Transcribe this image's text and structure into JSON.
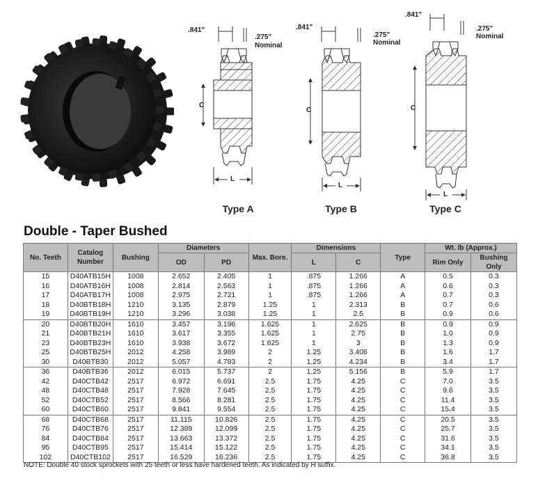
{
  "diagrams": {
    "dim_top_left": ".841\"",
    "dim_top_right": ".275\"",
    "dim_nominal": "Nominal",
    "dim_c": "C",
    "dim_l": "L",
    "type_a": "Type A",
    "type_b": "Type B",
    "type_c": "Type C"
  },
  "title": "Double - Taper Bushed",
  "headers": {
    "no_teeth": "No. Teeth",
    "catalog": "Catalog Number",
    "bushing": "Bushing",
    "diameters": "Diameters",
    "od": "OD",
    "pd": "PD",
    "max_bore": "Max. Bore.",
    "dimensions": "Dimensions",
    "l": "L",
    "c": "C",
    "type": "Type",
    "weight": "Wt. lb (Approx.)",
    "rim_only": "Rim Only",
    "bushing_only": "Bushing Only"
  },
  "rows": [
    [
      "15",
      "D40ATB15H",
      "1008",
      "2.652",
      "2.405",
      "1",
      ".875",
      "1.266",
      "A",
      "0.5",
      "0.3"
    ],
    [
      "16",
      "D40ATB16H",
      "1008",
      "2.814",
      "2.563",
      "1",
      ".875",
      "1.266",
      "A",
      "0.6",
      "0.3"
    ],
    [
      "17",
      "D40ATB17H",
      "1008",
      "2.975",
      "2.721",
      "1",
      ".875",
      "1.266",
      "A",
      "0.7",
      "0.3"
    ],
    [
      "18",
      "D40BTB18H",
      "1210",
      "3.135",
      "2.879",
      "1.25",
      "1",
      "2.313",
      "B",
      "0.7",
      "0.6"
    ],
    [
      "19",
      "D40BTB19H",
      "1210",
      "3.296",
      "3.038",
      "1.25",
      "1",
      "2.5",
      "B",
      "0.9",
      "0.6"
    ],
    [
      "20",
      "D40BTB20H",
      "1610",
      "3.457",
      "3.196",
      "1.625",
      "1",
      "2.625",
      "B",
      "0.9",
      "0.9"
    ],
    [
      "21",
      "D40BTB21H",
      "1610",
      "3.617",
      "3.355",
      "1.625",
      "1",
      "2.75",
      "B",
      "1.0",
      "0.9"
    ],
    [
      "23",
      "D40BTB23H",
      "1610",
      "3.938",
      "3.672",
      "1.625",
      "1",
      "3",
      "B",
      "1.3",
      "0.9"
    ],
    [
      "25",
      "D40BTB25H",
      "2012",
      "4.258",
      "3.989",
      "2",
      "1.25",
      "3.406",
      "B",
      "1.6",
      "1.7"
    ],
    [
      "30",
      "D40BTB30",
      "2012",
      "5.057",
      "4.783",
      "2",
      "1.25",
      "4.234",
      "B",
      "3.4",
      "1.7"
    ],
    [
      "36",
      "D40BTB36",
      "2012",
      "6.015",
      "5.737",
      "2",
      "1.25",
      "5.156",
      "B",
      "5.9",
      "1.7"
    ],
    [
      "42",
      "D40CTB42",
      "2517",
      "6.972",
      "6.691",
      "2.5",
      "1.75",
      "4.25",
      "C",
      "7.0",
      "3.5"
    ],
    [
      "48",
      "D40CTB48",
      "2517",
      "7.928",
      "7.645",
      "2.5",
      "1.75",
      "4.25",
      "C",
      "9.6",
      "3.5"
    ],
    [
      "52",
      "D40CTB52",
      "2517",
      "8.566",
      "8.281",
      "2.5",
      "1.75",
      "4.25",
      "C",
      "11.4",
      "3.5"
    ],
    [
      "60",
      "D40CTB60",
      "2517",
      "9.841",
      "9.554",
      "2.5",
      "1.75",
      "4.25",
      "C",
      "15.4",
      "3.5"
    ],
    [
      "68",
      "D40CTB68",
      "2517",
      "11.115",
      "10.826",
      "2.5",
      "1.75",
      "4.25",
      "C",
      "20.5",
      "3.5"
    ],
    [
      "76",
      "D40CTB76",
      "2517",
      "12.389",
      "12.099",
      "2.5",
      "1.75",
      "4.25",
      "C",
      "25.7",
      "3.5"
    ],
    [
      "84",
      "D40CTB84",
      "2517",
      "13.663",
      "13.372",
      "2.5",
      "1.75",
      "4.25",
      "C",
      "31.6",
      "3.5"
    ],
    [
      "95",
      "D40CTB95",
      "2517",
      "15.414",
      "15.122",
      "2.5",
      "1.75",
      "4.25",
      "C",
      "34.1",
      "3.5"
    ],
    [
      "102",
      "D40CTB102",
      "2517",
      "16.529",
      "16.236",
      "2.5",
      "1.75",
      "4.25",
      "C",
      "36.8",
      "3.5"
    ]
  ],
  "note": "NOTE: Double 40 stock sprockets with 25 teeth or less have hardened teeth. As indicated by H suffix."
}
